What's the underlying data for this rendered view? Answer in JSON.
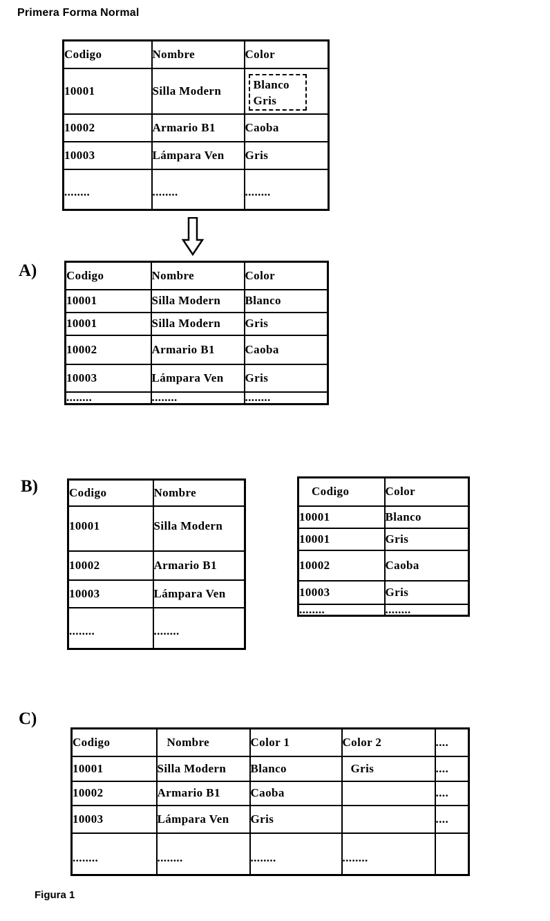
{
  "page": {
    "title": "Primera Forma Normal",
    "caption": "Figura 1",
    "colors": {
      "text": "#000000",
      "background": "#ffffff",
      "border": "#000000"
    }
  },
  "icons": {
    "arrow": "down-arrow"
  },
  "sections": {
    "a_label": "A)",
    "b_label": "B)",
    "c_label": "C)"
  },
  "table_original": {
    "headers": [
      "Codigo",
      "Nombre",
      "Color"
    ],
    "rows": [
      {
        "codigo": "10001",
        "nombre": "Silla Modern",
        "color_lines": [
          "Blanco",
          "Gris"
        ]
      },
      {
        "codigo": "10002",
        "nombre": "Armario B1",
        "color": "Caoba"
      },
      {
        "codigo": "10003",
        "nombre": "Lámpara Ven",
        "color": "Gris"
      },
      {
        "codigo": "........",
        "nombre": "........",
        "color": "........"
      }
    ]
  },
  "table_a": {
    "headers": [
      "Codigo",
      "Nombre",
      "Color"
    ],
    "rows": [
      [
        "10001",
        "Silla Modern",
        "Blanco"
      ],
      [
        "10001",
        "Silla Modern",
        "Gris"
      ],
      [
        "10002",
        "Armario B1",
        "Caoba"
      ],
      [
        "10003",
        "Lámpara Ven",
        "Gris"
      ],
      [
        "........",
        "........",
        "........"
      ]
    ]
  },
  "table_b_left": {
    "headers": [
      "Codigo",
      "Nombre"
    ],
    "rows": [
      [
        "10001",
        "Silla Modern"
      ],
      [
        "10002",
        "Armario B1"
      ],
      [
        "10003",
        "Lámpara Ven"
      ],
      [
        "........",
        "........"
      ]
    ]
  },
  "table_b_right": {
    "headers": [
      "Codigo",
      "Color"
    ],
    "rows": [
      [
        "10001",
        "Blanco"
      ],
      [
        "10001",
        "Gris"
      ],
      [
        "10002",
        "Caoba"
      ],
      [
        "10003",
        "Gris"
      ],
      [
        "........",
        "........"
      ]
    ]
  },
  "table_c": {
    "headers": [
      "Codigo",
      "Nombre",
      "Color 1",
      "Color 2",
      "...."
    ],
    "rows": [
      [
        "10001",
        "Silla Modern",
        "Blanco",
        "Gris",
        "...."
      ],
      [
        "10002",
        "Armario B1",
        "Caoba",
        "",
        "...."
      ],
      [
        "10003",
        "Lámpara Ven",
        "Gris",
        "",
        "...."
      ],
      [
        "........",
        "........",
        "........",
        "........",
        ""
      ]
    ]
  }
}
